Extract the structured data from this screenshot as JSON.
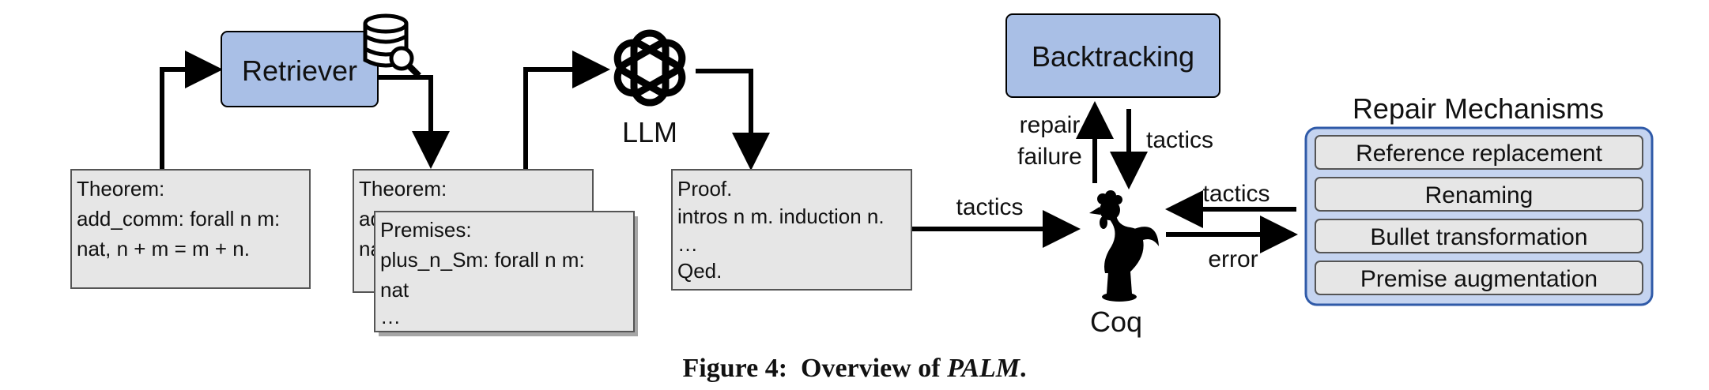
{
  "retriever": {
    "label": "Retriever",
    "icon": "database-search-icon"
  },
  "llm": {
    "label": "LLM",
    "icon": "llm-logo-icon"
  },
  "backtracking": {
    "label": "Backtracking"
  },
  "coq": {
    "label": "Coq",
    "icon": "rooster-icon"
  },
  "theorem_box": {
    "lines": [
      "Theorem:",
      "add_comm: forall n m:",
      "nat, n + m = m + n."
    ]
  },
  "theorem_back_box": {
    "lines": [
      "Theorem:",
      "add_comm: forall n m:",
      "nat"
    ]
  },
  "premises_box": {
    "lines": [
      "Premises:",
      "plus_n_Sm: forall n m:",
      "nat",
      "…"
    ]
  },
  "proof_box": {
    "lines": [
      "Proof.",
      "intros n m. induction n.",
      "…",
      "Qed."
    ]
  },
  "edge_labels": {
    "tactics_to_coq": "tactics",
    "repair_failure_line1": "repair",
    "repair_failure_line2": "failure",
    "tactics_from_backtracking": "tactics",
    "tactics_from_repair": "tactics",
    "error_to_repair": "error"
  },
  "repair": {
    "title": "Repair Mechanisms",
    "items": [
      "Reference replacement",
      "Renaming",
      "Bullet transformation",
      "Premise augmentation"
    ]
  },
  "caption": {
    "prefix": "Figure 4:  Overview of ",
    "name": "PALM",
    "suffix": "."
  },
  "colors": {
    "node_fill": "#a9bfe6",
    "box_fill": "#e6e6e6",
    "repair_panel_fill": "#c5d4f0",
    "line": "#000000"
  }
}
